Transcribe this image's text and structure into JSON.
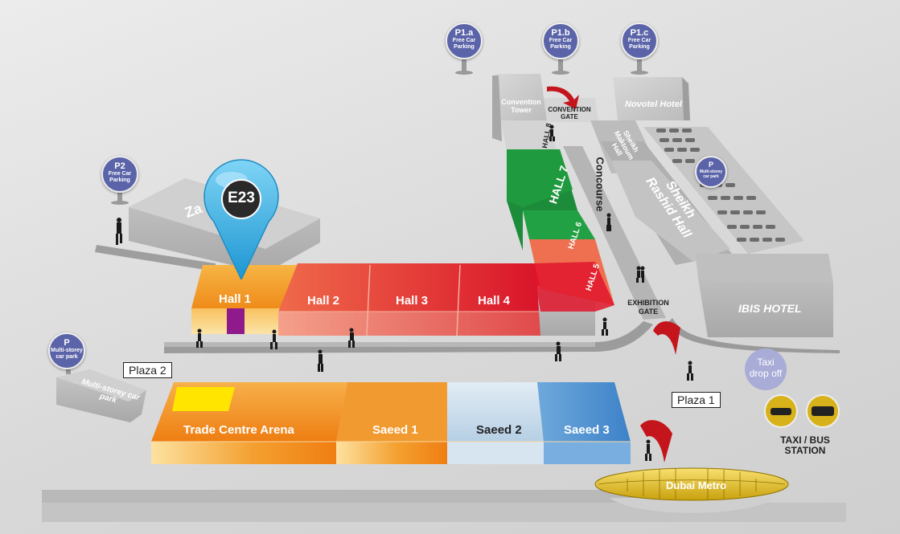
{
  "marker": {
    "label": "E23"
  },
  "halls": {
    "hall1": "Hall 1",
    "hall2": "Hall 2",
    "hall3": "Hall 3",
    "hall4": "Hall 4",
    "hall5": "HALL 5",
    "hall6": "HALL 6",
    "hall7": "HALL 7",
    "hall8": "HALL 8"
  },
  "arena": {
    "trade": "Trade Centre Arena",
    "saeed1": "Saeed 1",
    "saeed2": "Saeed 2",
    "saeed3": "Saeed 3"
  },
  "buildings": {
    "convention_tower": "Convention Tower",
    "convention_gate": "CONVENTION GATE",
    "novotel": "Novotel Hotel",
    "maktoum": "Sheikh Maktoum Hall",
    "rashid": "Sheikh Rashid Hall",
    "ibis": "IBIS HOTEL",
    "concourse": "Concourse",
    "exhibition_gate": "EXHIBITION GATE",
    "multistorey": "Multi-storey car park",
    "zabeel_fragment": "Za"
  },
  "parking": {
    "p1a": {
      "code": "P1.a",
      "text": "Free Car Parking"
    },
    "p1b": {
      "code": "P1.b",
      "text": "Free Car Parking"
    },
    "p1c": {
      "code": "P1.c",
      "text": "Free Car Parking"
    },
    "p2": {
      "code": "P2",
      "text": "Free Car Parking"
    },
    "p_left": {
      "code": "P",
      "text": "Multi-storey car park"
    },
    "p_right": {
      "code": "P",
      "text": "Multi-storey car park"
    }
  },
  "plazas": {
    "plaza1": "Plaza 1",
    "plaza2": "Plaza 2"
  },
  "transport": {
    "taxi_drop": "Taxi drop off",
    "taxi_bus": "TAXI / BUS STATION",
    "metro": "Dubai Metro"
  },
  "colors": {
    "hall1": "#f39c2a",
    "red": "#e3362c",
    "green": "#1f9a3e",
    "salmon": "#ec6b4c",
    "arena_orange": "#ef8a1e",
    "saeed2": "#c9dcec",
    "saeed3": "#5a98d2",
    "pin": "#5b64a8",
    "metro": "#e9c21b",
    "marker": "#3db3e6"
  }
}
